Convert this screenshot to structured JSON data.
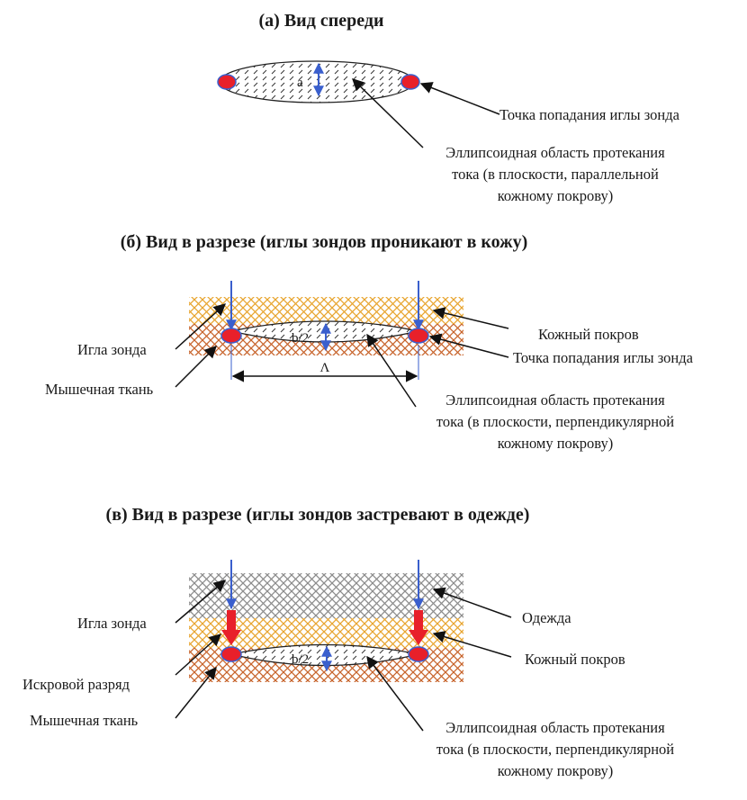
{
  "panel_a": {
    "title": "(а) Вид спереди",
    "dim_label": "a",
    "labels": {
      "entry_point": "Точка попадания иглы зонда",
      "ellipsoid_line1": "Эллипсоидная область протекания",
      "ellipsoid_line2": "тока (в плоскости, параллельной",
      "ellipsoid_line3": "кожному покрову)"
    }
  },
  "panel_b": {
    "title": "(б) Вид в разрезе (иглы зондов проникают в кожу)",
    "dim_half": "b/2",
    "dim_length": "Λ",
    "labels": {
      "needle": "Игла зонда",
      "muscle": "Мышечная ткань",
      "skin": "Кожный покров",
      "entry_point": "Точка попадания иглы зонда",
      "ellipsoid_line1": "Эллипсоидная область протекания",
      "ellipsoid_line2": "тока (в плоскости, перпендикулярной",
      "ellipsoid_line3": "кожному покрову)"
    }
  },
  "panel_c": {
    "title": "(в) Вид в разрезе (иглы зондов застревают в одежде)",
    "dim_half": "b/2",
    "labels": {
      "needle": "Игла зонда",
      "spark": "Искровой разряд",
      "muscle": "Мышечная ткань",
      "clothing": "Одежда",
      "skin": "Кожный покров",
      "ellipsoid_line1": "Эллипсоидная область протекания",
      "ellipsoid_line2": "тока (в плоскости, перпендикулярной",
      "ellipsoid_line3": "кожному покрову)"
    }
  },
  "colors": {
    "needle": "#3a5fcd",
    "contact": "#e8202a",
    "spark": "#e8202a",
    "skin": "#e8a530",
    "muscle": "#c8642c",
    "clothing": "#8c8c8c"
  }
}
